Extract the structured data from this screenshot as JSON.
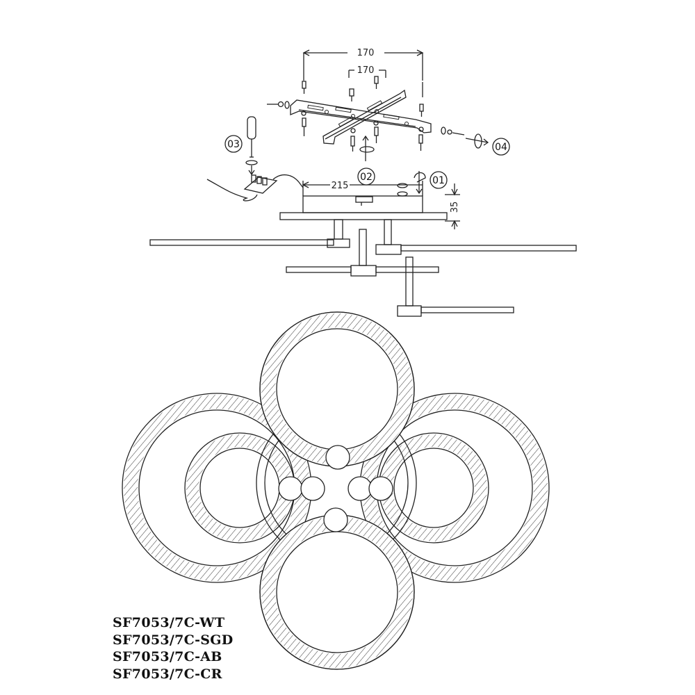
{
  "dimensions": {
    "outer_screw_spacing": "170",
    "inner_screw_spacing": "170",
    "canopy_width": "215",
    "canopy_height": "35"
  },
  "steps": [
    "01",
    "02",
    "03",
    "04"
  ],
  "models": [
    "SF7053/7C-WT",
    "SF7053/7C-SGD",
    "SF7053/7C-AB",
    "SF7053/7C-CR"
  ],
  "colors": {
    "line": "#222222",
    "background": "#ffffff"
  }
}
